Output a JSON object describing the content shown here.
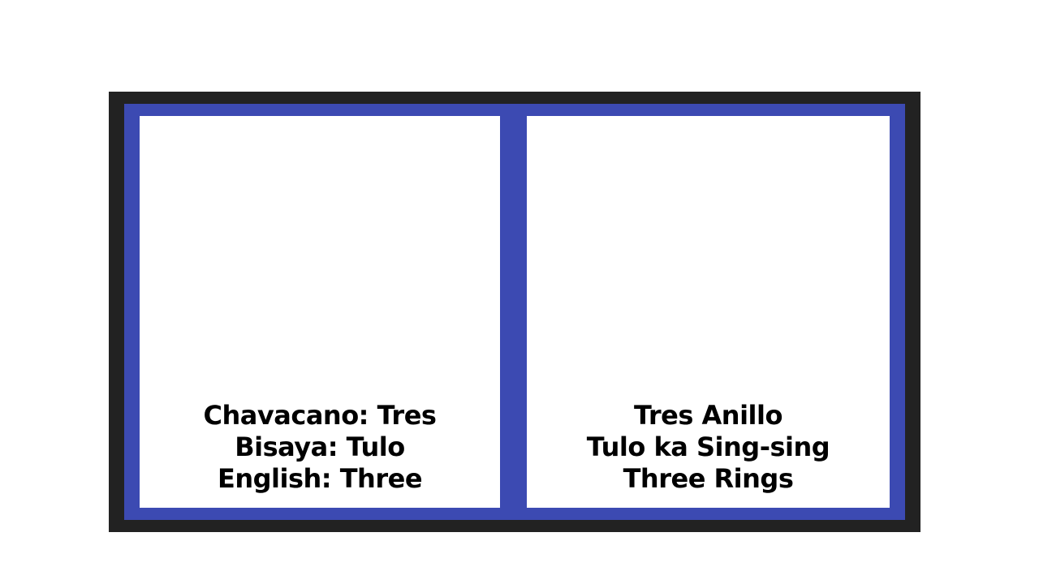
{
  "cards": [
    {
      "lines": [
        "Chavacano: Tres",
        "Bisaya: Tulo",
        "English: Three"
      ]
    },
    {
      "lines": [
        "Tres Anillo",
        "Tulo ka Sing-sing",
        "Three Rings"
      ]
    }
  ],
  "colors": {
    "frame": "#222222",
    "panel": "#3c4ab2",
    "card": "#ffffff",
    "text": "#000000"
  }
}
